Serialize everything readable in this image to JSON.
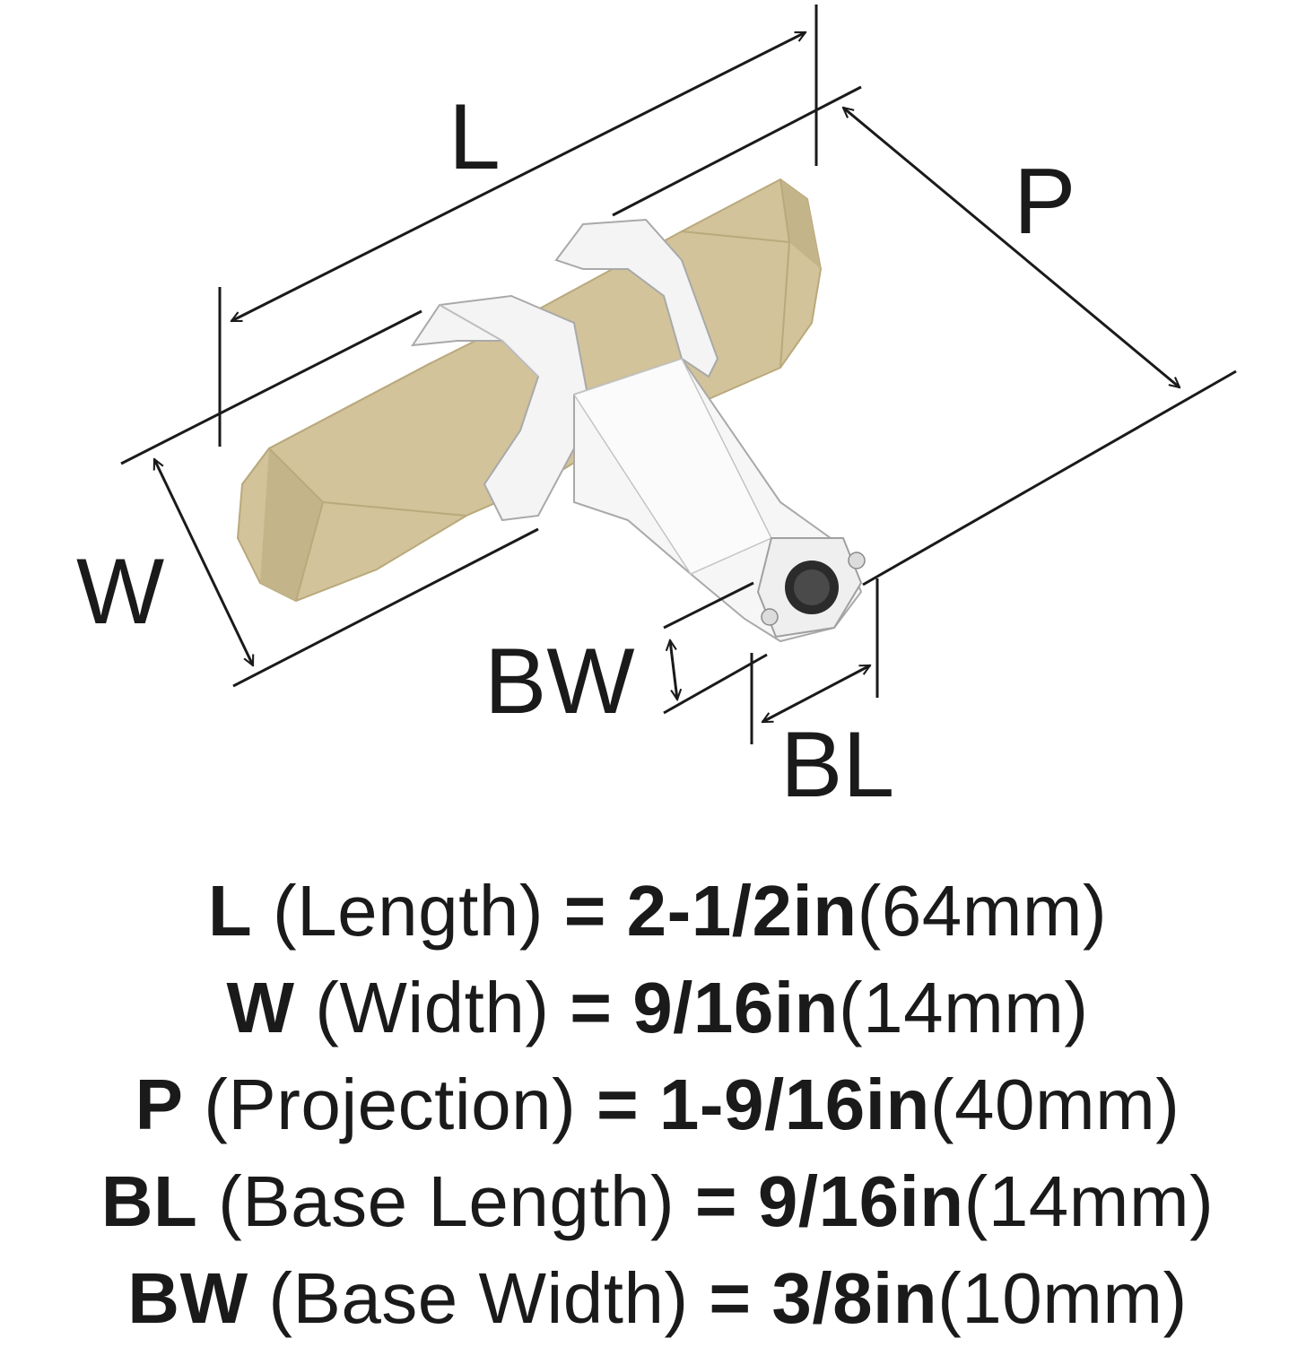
{
  "diagram": {
    "labels": {
      "L": "L",
      "W": "W",
      "P": "P",
      "BW": "BW",
      "BL": "BL"
    },
    "colors": {
      "brass": "#d2c39a",
      "brass_shadow": "#b9a97c",
      "chrome": "#f4f4f4",
      "chrome_edge": "#cfcfcf",
      "line": "#1a1a1a"
    }
  },
  "specs": [
    {
      "code": "L",
      "name": "(Length)",
      "eq": "=",
      "imperial": "2-1/2in",
      "metric": "(64mm)"
    },
    {
      "code": "W",
      "name": "(Width)",
      "eq": "=",
      "imperial": "9/16in",
      "metric": "(14mm)"
    },
    {
      "code": "P",
      "name": "(Projection)",
      "eq": "=",
      "imperial": "1-9/16in",
      "metric": "(40mm)"
    },
    {
      "code": "BL",
      "name": "(Base Length)",
      "eq": "=",
      "imperial": "9/16in",
      "metric": "(14mm)"
    },
    {
      "code": "BW",
      "name": "(Base Width)",
      "eq": "=",
      "imperial": "3/8in",
      "metric": "(10mm)"
    }
  ]
}
